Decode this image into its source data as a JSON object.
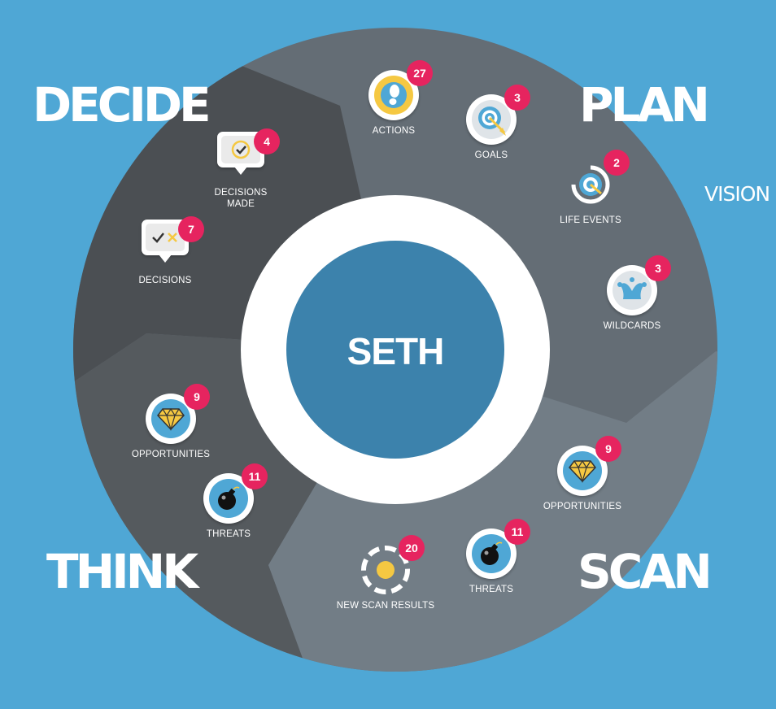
{
  "center": {
    "name": "SETH"
  },
  "quadrants": {
    "decide": "DECIDE",
    "plan": "PLAN",
    "think": "THINK",
    "scan": "SCAN"
  },
  "side_label": "VISION",
  "colors": {
    "background": "#4fa7d5",
    "decide_sector": "#4b4f53",
    "plan_sector": "#646d75",
    "think_sector": "#555a5e",
    "scan_sector": "#727d86",
    "center_disc": "#3c82ac",
    "badge": "#e6245f"
  },
  "items": {
    "actions": {
      "label": "ACTIONS",
      "count": "27",
      "icon": "footprint-icon"
    },
    "goals": {
      "label": "GOALS",
      "count": "3",
      "icon": "target-arrow-icon"
    },
    "life_events": {
      "label": "LIFE EVENTS",
      "count": "2",
      "icon": "target-swirl-icon"
    },
    "wildcards": {
      "label": "WILDCARDS",
      "count": "3",
      "icon": "jester-hat-icon"
    },
    "decisions_made": {
      "label": "DECISIONS\nMADE",
      "count": "4",
      "icon": "check-bubble-icon"
    },
    "decisions": {
      "label": "DECISIONS",
      "count": "7",
      "icon": "check-cross-bubble-icon"
    },
    "think_opportunities": {
      "label": "OPPORTUNITIES",
      "count": "9",
      "icon": "diamond-icon"
    },
    "think_threats": {
      "label": "THREATS",
      "count": "11",
      "icon": "bomb-icon"
    },
    "scan_opportunities": {
      "label": "OPPORTUNITIES",
      "count": "9",
      "icon": "diamond-icon"
    },
    "scan_threats": {
      "label": "THREATS",
      "count": "11",
      "icon": "bomb-icon"
    },
    "new_scan_results": {
      "label": "NEW SCAN RESULTS",
      "count": "20",
      "icon": "scan-dots-icon"
    }
  }
}
